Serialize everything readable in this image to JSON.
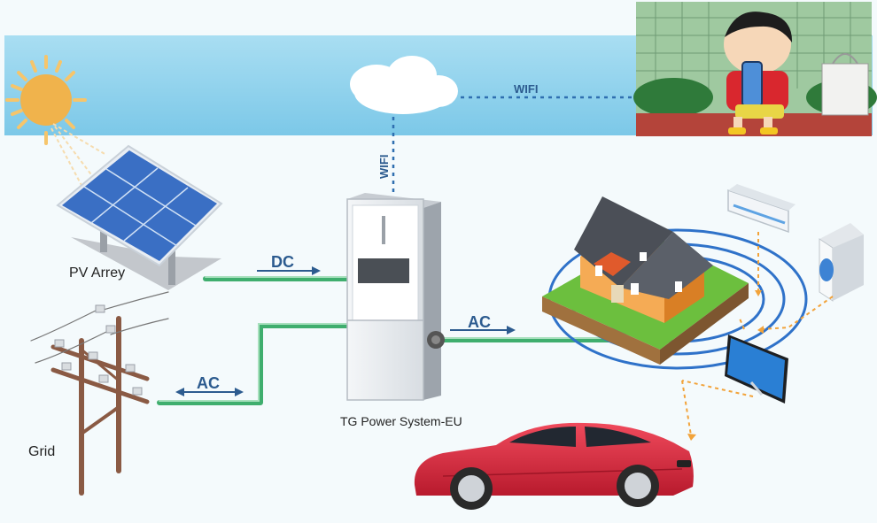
{
  "labels": {
    "pv_array": "PV Arrey",
    "grid": "Grid",
    "inverter": "TG Power System-EU",
    "dc": "DC",
    "ac_grid": "AC",
    "ac_house": "AC",
    "wifi_horizontal": "WIFI",
    "wifi_vertical": "WIFI"
  },
  "colors": {
    "sky": "#8fd2ec",
    "cable": "#3fae6e",
    "arrow_text": "#2c5b8f",
    "wifi_dots": "#2f6fb0",
    "power_dots": "#f2a33a",
    "car": "#d8263a",
    "house_roof": "#4b4f57",
    "house_wall": "#f0983a",
    "signal_rings": "#2f72c9"
  },
  "icons": [
    "sun-icon",
    "cloud-icon",
    "solar-panel-icon",
    "power-pole-icon",
    "inverter-icon",
    "house-icon",
    "air-conditioner-icon",
    "washing-machine-icon",
    "tv-icon",
    "car-icon",
    "cartoon-photo"
  ]
}
